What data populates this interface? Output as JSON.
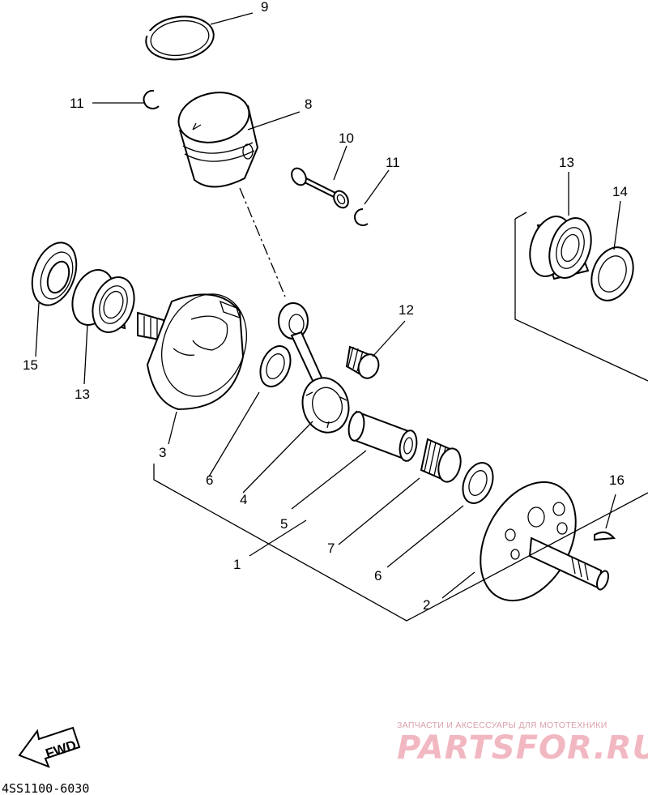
{
  "callouts": {
    "c1": "1",
    "c2": "2",
    "c3": "3",
    "c4": "4",
    "c5": "5",
    "c6a": "6",
    "c6b": "6",
    "c7": "7",
    "c8": "8",
    "c9": "9",
    "c10": "10",
    "c11a": "11",
    "c11b": "11",
    "c12": "12",
    "c13a": "13",
    "c13b": "13",
    "c14": "14",
    "c15": "15",
    "c16": "16"
  },
  "fwd_label": "FWD",
  "diagram_code": "4SS1100-6030",
  "watermark": {
    "tagline": "ЗАПЧАСТИ И АКСЕССУАРЫ ДЛЯ МОТОТЕХНИКИ",
    "brand": "PARTSFOR.RU"
  }
}
